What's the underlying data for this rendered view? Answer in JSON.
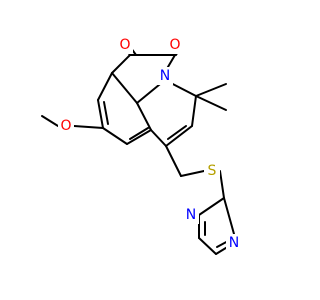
{
  "molecule": {
    "colors": {
      "bond": "#000000",
      "O": "#ff0000",
      "N": "#0000ff",
      "S": "#b5a000",
      "background": "#ffffff"
    },
    "atom_labels": {
      "o_top_left": "O",
      "o_top_right": "O",
      "n_ring": "N",
      "o_methoxy": "O",
      "s_thioether": "S",
      "n_pyrimidine_top": "N",
      "n_pyrimidine_right": "N"
    }
  }
}
